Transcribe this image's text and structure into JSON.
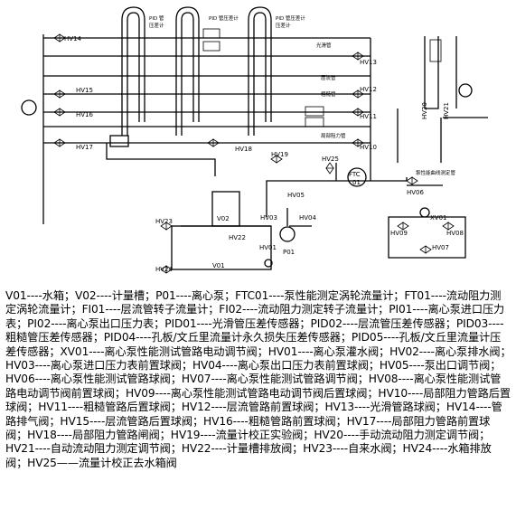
{
  "diagram": {
    "valves": {
      "hv14": "HV14",
      "hv15": "HV15",
      "hv16": "HV16",
      "hv17": "HV17",
      "hv13": "HV13",
      "hv12": "HV12",
      "hv11": "HV11",
      "hv10": "HV10",
      "hv18": "HV18",
      "hv19": "HV19",
      "hv25": "HV25",
      "hv06": "HV06",
      "hv05": "HV05",
      "hv03": "HV03",
      "hv04": "HV04",
      "hv01": "HV01",
      "hv22": "HV22",
      "hv23": "HV23",
      "hv24": "HV24",
      "hv20": "HV20",
      "hv21": "HV21",
      "hv09": "HV09",
      "hv08": "HV08",
      "hv07": "HV07",
      "xv01": "XV01"
    },
    "equipment": {
      "v01": "V01",
      "v02": "V02",
      "p01": "P01",
      "ftc": "FTC",
      "ftc_num": "01"
    },
    "pipe_labels": {
      "smooth": "光滑管",
      "laminar": "层流管",
      "rough": "粗糙管",
      "local": "局部阻力管",
      "pump_line": "泵性能曲线测定管"
    },
    "gauge_labels": {
      "g1a": "PID 管",
      "g1b": "压差计",
      "g2a": "PID 管压差计",
      "g3a": "PID 管压差计",
      "g3b": "压差计"
    }
  },
  "legend": {
    "text": "V01----水箱；V02----计量槽；P01----离心泵；FTC01----泵性能测定涡轮流量计；FT01----流动阻力测定涡轮流量计；FI01----层流管转子流量计；FI02----流动阻力测定转子流量计；PI01----离心泵进口压力表；PI02----离心泵出口压力表；PID01----光滑管压差传感器；PID02----层流管压差传感器；PID03----粗糙管压差传感器；PID04----孔板/文丘里流量计永久损失压差传感器；PID05----孔板/文丘里流量计压差传感器；XV01----离心泵性能测试管路电动调节阀；HV01----离心泵灌水阀；HV02----离心泵排水阀；HV03----离心泵进口压力表前置球阀；HV04----离心泵出口压力表前置球阀；HV05----泵出口调节阀；HV06----离心泵性能测试管路球阀；HV07----离心泵性能测试管路调节阀；HV08----离心泵性能测试管路电动调节阀前置球阀；HV09----离心泵性能测试管路电动调节阀后置球阀；HV10----局部阻力管路后置球阀；HV11----粗糙管路后置球阀；HV12----层流管路前置球阀；HV13----光滑管路球阀；HV14----管路排气阀；HV15----层流管路后置球阀；HV16----粗糙管路前置球阀；HV17----局部阻力管路前置球阀；HV18----局部阻力管路闸阀；HV19----流量计校正实验阀；HV20----手动流动阻力测定调节阀；HV21----自动流动阻力测定调节阀；HV22----计量槽排放阀；HV23----自来水阀；HV24----水箱排放阀；HV25——流量计校正去水箱阀"
  }
}
